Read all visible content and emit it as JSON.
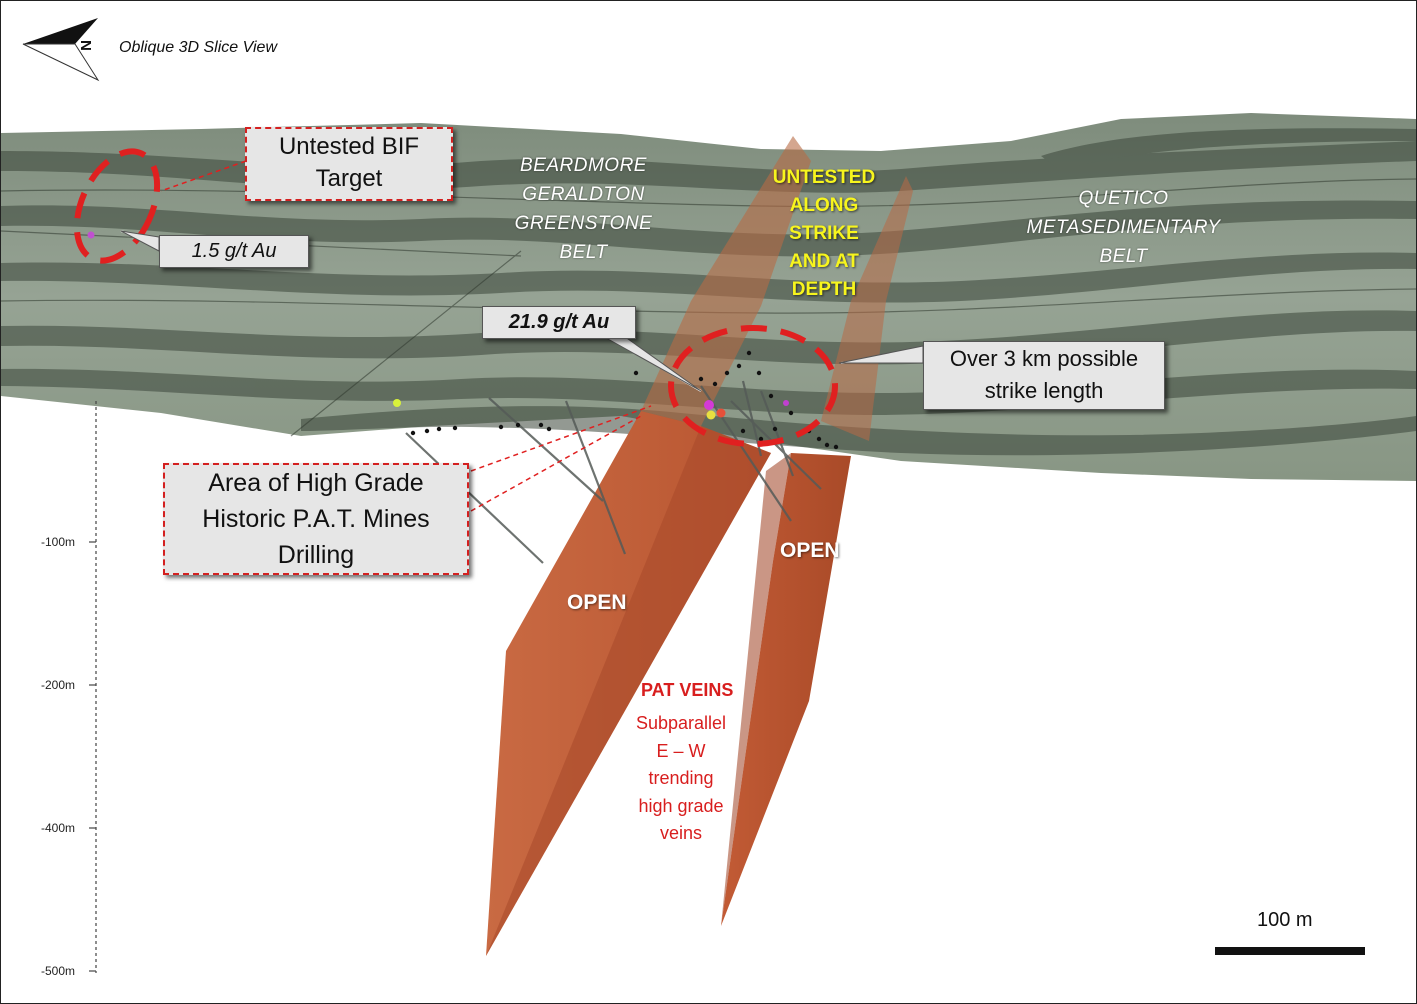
{
  "view_title": "Oblique 3D Slice View",
  "north_arrow": {
    "icon": "north-arrow-icon",
    "letter": "N"
  },
  "belts": {
    "greenstone": [
      "BEARDMORE",
      "GERALDTON",
      "GREENSTONE",
      "BELT"
    ],
    "metasedimentary": [
      "QUETICO",
      "METASEDIMENTARY",
      "BELT"
    ]
  },
  "untested_note": [
    "UNTESTED",
    "ALONG",
    "STRIKE",
    "AND AT",
    "DEPTH"
  ],
  "callouts": {
    "bif_target": [
      "Untested BIF",
      "Target"
    ],
    "assay_low": "1.5 g/t Au",
    "assay_high": "21.9 g/t Au",
    "strike": [
      "Over 3 km possible",
      "strike length"
    ],
    "historic": [
      "Area of High Grade",
      "Historic P.A.T. Mines",
      "Drilling"
    ]
  },
  "open_labels": [
    "OPEN",
    "OPEN"
  ],
  "pat_veins": {
    "title": "PAT VEINS",
    "lines": [
      "Subparallel",
      "E – W",
      "trending",
      "high grade",
      "veins"
    ]
  },
  "depth_axis": {
    "ticks": [
      {
        "label": "-100m"
      },
      {
        "label": "-200m"
      },
      {
        "label": "-400m"
      },
      {
        "label": "-500m"
      }
    ]
  },
  "scale_bar": {
    "label": "100 m"
  },
  "colors": {
    "rock": "#8c9a8b",
    "rock_dark": "#3f4a3d",
    "vein": "#c4603a",
    "vein_dark": "#b04e2c",
    "highlight_ring": "#e02020",
    "yellow_text": "#f7f51d"
  }
}
